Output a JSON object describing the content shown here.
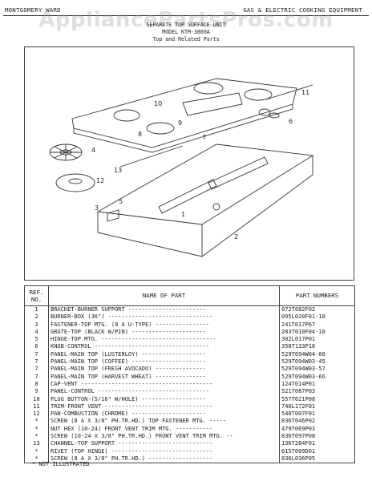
{
  "header": {
    "brand": "MONTGOMERY WARD",
    "category": "GAS & ELECTRIC COOKING EQUIPMENT"
  },
  "watermark": "AppliancePartsPros.com",
  "diagram": {
    "title_line1": "SEPARATE TOP SURFACE UNIT",
    "title_line2": "MODEL KTM-3860A",
    "title_line3": "Top and Related Parts",
    "callouts": [
      "11",
      "10",
      "9",
      "8",
      "7",
      "6",
      "4",
      "13",
      "12",
      "5",
      "3",
      "1",
      "2"
    ]
  },
  "table": {
    "headers": {
      "ref_line1": "REF.",
      "ref_line2": "NO.",
      "name": "NAME OF PART",
      "part_numbers": "PART NUMBERS"
    },
    "rows": [
      {
        "ref": "1",
        "name": "BRACKET-BURNER SUPPORT -----------------------",
        "pn": "072T682F02"
      },
      {
        "ref": "2",
        "name": "BURNER-BOX (36\") -------------------------------",
        "pn": "095L020F01-18"
      },
      {
        "ref": "3",
        "name": "FASTENER-TOP MTG. (8 A U-TYPE) ----------------",
        "pn": "241T017P67"
      },
      {
        "ref": "4",
        "name": "GRATE-TOP (BLACK W/PIN) ----------------------",
        "pn": "283T010F04-18"
      },
      {
        "ref": "5",
        "name": "HINGE-TOP MTG. ----------------------------------",
        "pn": "302L017P01"
      },
      {
        "ref": "6",
        "name": "KNOB-CONTROL ----------------------------------",
        "pn": "358T133P18"
      },
      {
        "ref": "7",
        "name": "PANEL-MAIN TOP (LUSTERLOY) -------------------",
        "pn": "529T094W04-08"
      },
      {
        "ref": "7",
        "name": "PANEL-MAIN TOP (COFFEE) ----------------------",
        "pn": "529T094W03-45"
      },
      {
        "ref": "7",
        "name": "PANEL-MAIN TOP (FRESH AVOCADO) ---------------",
        "pn": "529T094W03-57"
      },
      {
        "ref": "7",
        "name": "PANEL-MAIN TOP (HARVEST WHEAT) ---------------",
        "pn": "529T094W03-66"
      },
      {
        "ref": "8",
        "name": "CAP-VENT ---------------------------------------",
        "pn": "124T014P01"
      },
      {
        "ref": "9",
        "name": "PANEL-CONTROL ---------------------------------",
        "pn": "521T087P03"
      },
      {
        "ref": "10",
        "name": "PLUG BUTTON-(5/16\" W/HOLE) -------------------",
        "pn": "557T021P08"
      },
      {
        "ref": "11",
        "name": "TRIM-FRONT VENT --------------------------------",
        "pn": "740L172F01"
      },
      {
        "ref": "12",
        "name": "PAN-COMBUSTION (CHROME) ----------------------",
        "pn": "540T007F01"
      },
      {
        "ref": "*",
        "name": "SCREW (8 A X 3/8\" PH.TR.HD.) TOP FASTENER MTG. -----",
        "pn": "836T046P02"
      },
      {
        "ref": "*",
        "name": "NUT HEX (10-24) FRONT VENT TRIM MTG. -----------",
        "pn": "479T069P03"
      },
      {
        "ref": "*",
        "name": "SCREW (10-24 X 3/8\" PH.TR.HD.) FRONT VENT TRIM MTG. --",
        "pn": "836T097P08"
      },
      {
        "ref": "13",
        "name": "CHANNEL-TOP SUPPORT ----------------------------",
        "pn": "136T284F01"
      },
      {
        "ref": "*",
        "name": "RIVET (TOP HINGE) ------------------------------",
        "pn": "615T009D01"
      },
      {
        "ref": "*",
        "name": "SCREW (8 A X 3/8\" PH.TR.HD.) -------------------",
        "pn": "836L036P05"
      }
    ]
  },
  "footer": "* NOT ILLUSTRATED"
}
